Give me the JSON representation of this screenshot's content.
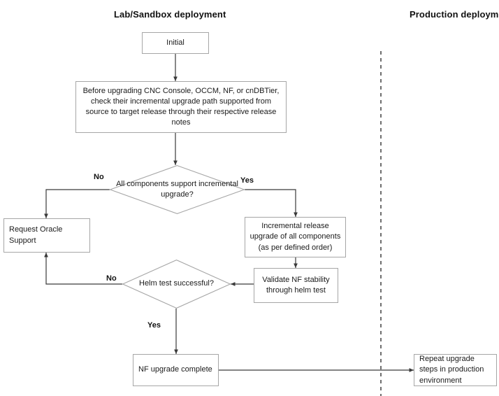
{
  "diagram": {
    "type": "flowchart",
    "title_left": "Lab/Sandbox deployment",
    "title_right": "Production deployment",
    "accent_border": "#a6a6a6",
    "line_color": "#3a3a3a",
    "background": "#ffffff"
  },
  "lanes": [
    {
      "id": "lab",
      "label": "Lab/Sandbox deployment"
    },
    {
      "id": "prod",
      "label": "Production deployment"
    }
  ],
  "nodes": {
    "initial": {
      "label": "Initial",
      "shape": "rect"
    },
    "check_path": {
      "label": "Before upgrading CNC Console, OCCM, NF, or cnDBTier, check their incremental upgrade path supported from source to target release through their respective release notes",
      "shape": "rect"
    },
    "decision_components": {
      "label": "All components support incremental upgrade?",
      "shape": "diamond"
    },
    "request_support": {
      "label": "Request Oracle Support",
      "shape": "rect"
    },
    "incremental_upgrade": {
      "label": "Incremental release upgrade of all components (as per defined order)",
      "shape": "rect"
    },
    "validate_nf": {
      "label": "Validate NF stability through helm test",
      "shape": "rect"
    },
    "decision_helm": {
      "label": "Helm test successful?",
      "shape": "diamond"
    },
    "nf_complete": {
      "label": "NF upgrade complete",
      "shape": "rect"
    },
    "repeat_prod": {
      "label": "Repeat upgrade steps in production environment",
      "shape": "rect"
    }
  },
  "edge_labels": {
    "components_no": "No",
    "components_yes": "Yes",
    "helm_no": "No",
    "helm_yes": "Yes"
  }
}
